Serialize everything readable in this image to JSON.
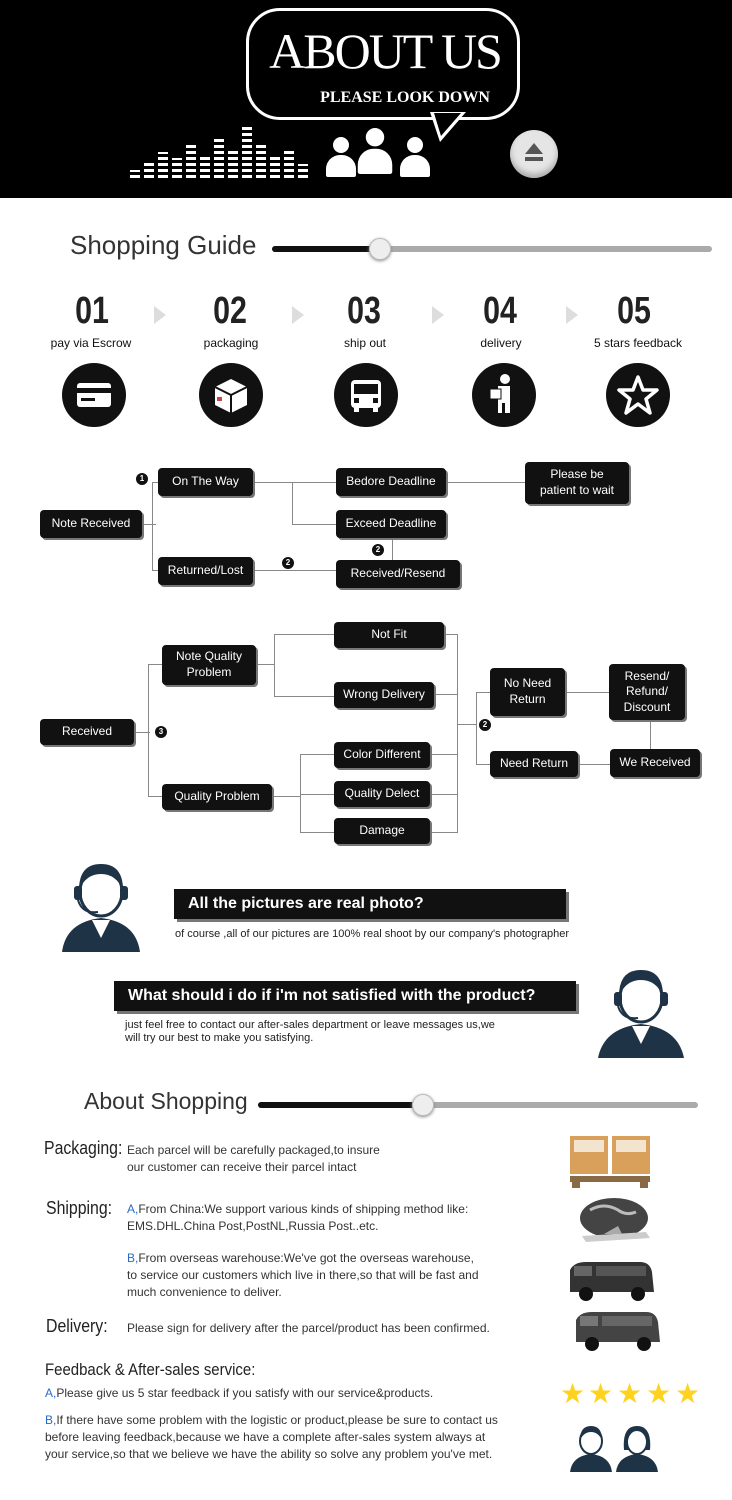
{
  "header": {
    "title": "ABOUT US",
    "subtitle": "PLEASE LOOK DOWN"
  },
  "shopping_guide": {
    "title": "Shopping Guide",
    "steps": [
      {
        "num": "01",
        "label": "pay via Escrow",
        "icon": "credit-card-icon"
      },
      {
        "num": "02",
        "label": "packaging",
        "icon": "box-icon"
      },
      {
        "num": "03",
        "label": "ship out",
        "icon": "bus-icon"
      },
      {
        "num": "04",
        "label": "delivery",
        "icon": "delivery-man-icon"
      },
      {
        "num": "05",
        "label": "5 stars feedback",
        "icon": "star-icon"
      }
    ]
  },
  "flow1": {
    "note_received": "Note Received",
    "on_the_way": "On The Way",
    "returned_lost": "Returned/Lost",
    "before_deadline": "Bedore Deadline",
    "exceed_deadline": "Exceed Deadline",
    "received_resend": "Received/Resend",
    "please_wait": "Please be patient to wait",
    "n1": "1",
    "n2": "2"
  },
  "flow2": {
    "received": "Received",
    "note_quality": "Note Quality Problem",
    "quality_problem": "Quality Problem",
    "not_fit": "Not Fit",
    "wrong_delivery": "Wrong Delivery",
    "color_different": "Color Different",
    "quality_defect": "Quality Delect",
    "damage": "Damage",
    "no_need_return": "No Need Return",
    "need_return": "Need Return",
    "resend_refund": "Resend/ Refund/ Discount",
    "we_received": "We Received",
    "n2": "2",
    "n3": "3"
  },
  "faq": [
    {
      "q": "All the pictures are real photo?",
      "a": "of course ,all of our pictures are 100% real shoot by our company's photographer"
    },
    {
      "q": "What should i do if i'm not satisfied with the product?",
      "a1": "just feel free to contact our after-sales department or leave messages us,we",
      "a2": "will try our best to make you satisfying."
    }
  ],
  "about_shopping": {
    "title": "About Shopping",
    "packaging_label": "Packaging:",
    "packaging_text1": "Each parcel will be carefully packaged,to insure",
    "packaging_text2": "our customer can receive their parcel intact",
    "shipping_label": "Shipping:",
    "shipping_a_prefix": "A,",
    "shipping_a1": "From China:We support various kinds of shipping method like:",
    "shipping_a2": "EMS.DHL.China Post,PostNL,Russia Post..etc.",
    "shipping_b_prefix": "B,",
    "shipping_b1": "From overseas warehouse:We've got the overseas warehouse,",
    "shipping_b2": "to service our customers which live in there,so that will be fast and",
    "shipping_b3": "much convenience to deliver.",
    "delivery_label": "Delivery:",
    "delivery_text": "Please sign for delivery after the parcel/product has been confirmed.",
    "feedback_label": "Feedback & After-sales service:",
    "feedback_a_prefix": "A,",
    "feedback_a": "Please give us 5 star feedback if you satisfy with our service&products.",
    "feedback_b_prefix": "B,",
    "feedback_b1": "If there have some problem with the logistic or product,please be sure to contact us",
    "feedback_b2": "before leaving feedback,because we have a complete after-sales system always at",
    "feedback_b3": "your service,so that we believe we have the ability so solve any problem you've met.",
    "stars": "★"
  },
  "colors": {
    "dark": "#111111",
    "accent_blue": "#2a6cc4",
    "star": "#ffd21f"
  }
}
